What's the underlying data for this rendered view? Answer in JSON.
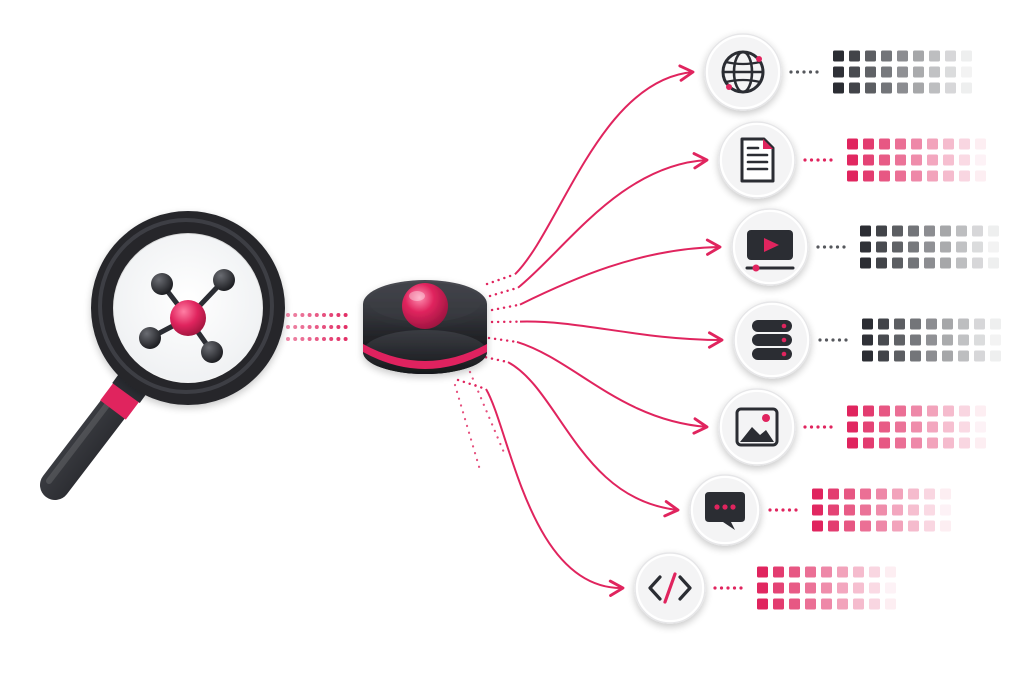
{
  "colors": {
    "accent": "#e0245e",
    "dark": "#2b2d33",
    "ring": "#3a3c42",
    "node_bg": "#f4f4f5",
    "background": "#ffffff"
  },
  "source": {
    "icon": "magnifier-molecule-icon"
  },
  "hub": {
    "icon": "hub-button-icon"
  },
  "outputs": [
    {
      "icon": "globe-icon",
      "tone": "dark"
    },
    {
      "icon": "document-icon",
      "tone": "accent"
    },
    {
      "icon": "video-icon",
      "tone": "dark"
    },
    {
      "icon": "database-icon",
      "tone": "dark"
    },
    {
      "icon": "image-icon",
      "tone": "accent"
    },
    {
      "icon": "chat-icon",
      "tone": "accent"
    },
    {
      "icon": "code-icon",
      "tone": "accent"
    }
  ]
}
